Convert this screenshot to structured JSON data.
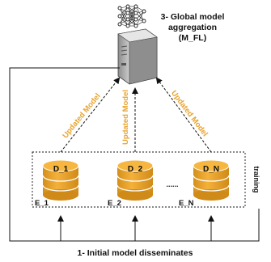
{
  "server": {
    "aggregation_label_line1": "3- Global model",
    "aggregation_label_line2": "aggregation",
    "aggregation_label_line3": "(M_FL)"
  },
  "arrows": {
    "updated_model_left": "Updated Model",
    "updated_model_center": "Updated Model",
    "updated_model_right": "Updated Model"
  },
  "training_box": {
    "label": "training",
    "ellipsis": "......"
  },
  "datasets": [
    {
      "label": "D_1",
      "edge": "E_1"
    },
    {
      "label": "D_2",
      "edge": "E_2"
    },
    {
      "label": "D_N",
      "edge": "E_N"
    }
  ],
  "footer": {
    "label": "1- Initial model disseminates"
  },
  "colors": {
    "accent_orange": "#e8a32c",
    "cylinder_body": "#efaa2e",
    "cylinder_dark": "#c98616",
    "server_gray": "#b9b9b9"
  },
  "icons": [
    "neural-network-icon",
    "server-icon",
    "database-icon"
  ]
}
